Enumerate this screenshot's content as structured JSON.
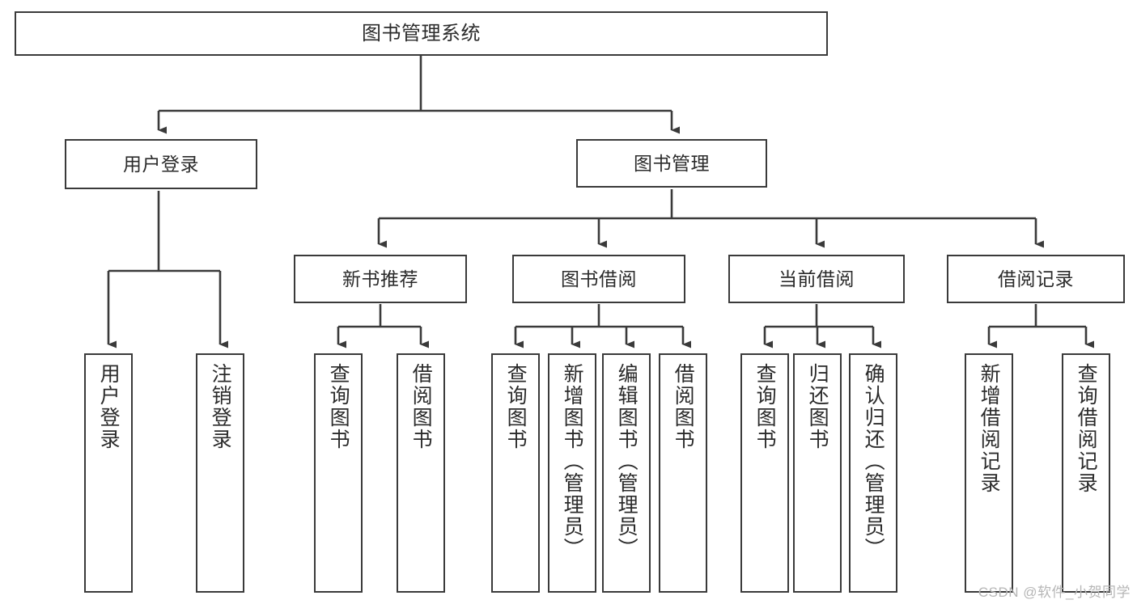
{
  "diagram": {
    "type": "tree",
    "title": "图书管理系统",
    "root": {
      "id": "root",
      "label": "图书管理系统"
    },
    "level1": [
      {
        "id": "user-login",
        "label": "用户登录"
      },
      {
        "id": "book-manage",
        "label": "图书管理"
      }
    ],
    "level2": [
      {
        "id": "new-book-recommend",
        "label": "新书推荐",
        "parent": "book-manage"
      },
      {
        "id": "book-borrow",
        "label": "图书借阅",
        "parent": "book-manage"
      },
      {
        "id": "current-borrow",
        "label": "当前借阅",
        "parent": "book-manage"
      },
      {
        "id": "borrow-record",
        "label": "借阅记录",
        "parent": "book-manage"
      }
    ],
    "leaves": [
      {
        "id": "leaf-user-login",
        "label": "用户登录",
        "parent": "user-login"
      },
      {
        "id": "leaf-logout-login",
        "label": "注销登录",
        "parent": "user-login"
      },
      {
        "id": "leaf-query-book-1",
        "label": "查询图书",
        "parent": "new-book-recommend"
      },
      {
        "id": "leaf-borrow-book-1",
        "label": "借阅图书",
        "parent": "new-book-recommend"
      },
      {
        "id": "leaf-query-book-2",
        "label": "查询图书",
        "parent": "book-borrow"
      },
      {
        "id": "leaf-add-book",
        "label": "新增图书（管理员）",
        "parent": "book-borrow"
      },
      {
        "id": "leaf-edit-book",
        "label": "编辑图书（管理员）",
        "parent": "book-borrow"
      },
      {
        "id": "leaf-borrow-book-2",
        "label": "借阅图书",
        "parent": "book-borrow"
      },
      {
        "id": "leaf-query-book-3",
        "label": "查询图书",
        "parent": "current-borrow"
      },
      {
        "id": "leaf-return-book",
        "label": "归还图书",
        "parent": "current-borrow"
      },
      {
        "id": "leaf-confirm-return",
        "label": "确认归还（管理员）",
        "parent": "current-borrow"
      },
      {
        "id": "leaf-add-record",
        "label": "新增借阅记录",
        "parent": "borrow-record"
      },
      {
        "id": "leaf-query-record",
        "label": "查询借阅记录",
        "parent": "borrow-record"
      }
    ],
    "watermark": "CSDN @软件_小贺同学",
    "colors": {
      "stroke": "#3a3a3a",
      "fill": "#ffffff",
      "text": "#2b2b2b",
      "watermark": "#b6b6b6"
    }
  }
}
